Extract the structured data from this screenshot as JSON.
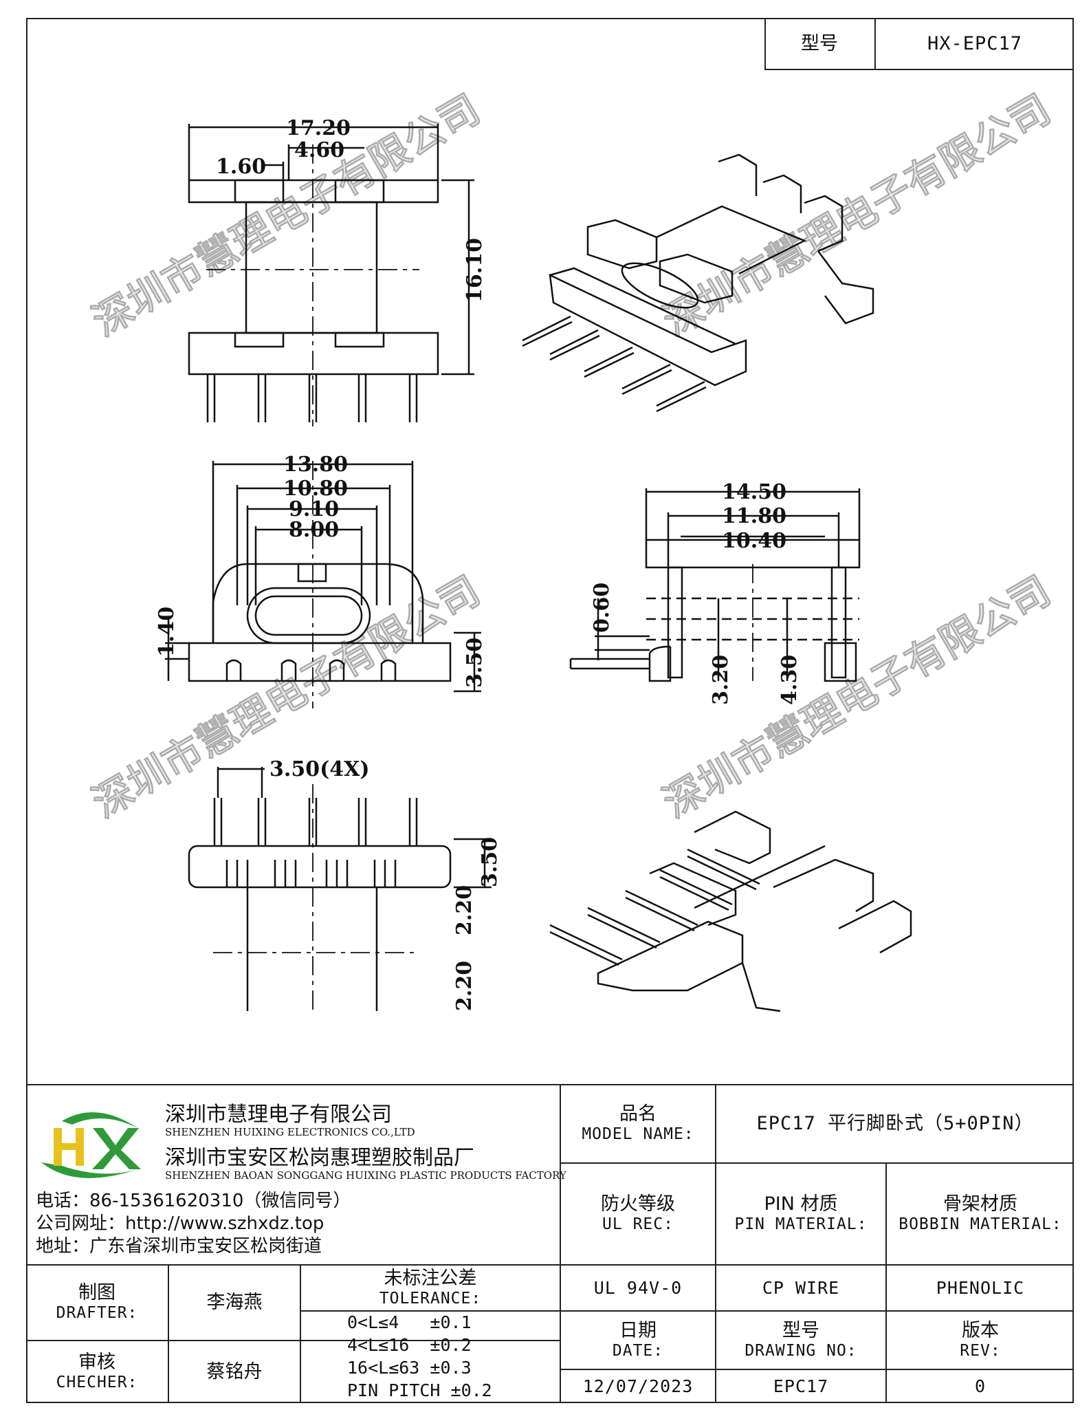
{
  "header": {
    "model_label": "型号",
    "model_value": "HX-EPC17"
  },
  "dimensions": {
    "d1": "17.20",
    "d2": "4.60",
    "d3": "1.60",
    "d4": "16.10",
    "d5": "13.80",
    "d6": "10.80",
    "d7": "9.10",
    "d8": "8.00",
    "d9": "1.40",
    "d10": "3.50",
    "d11": "14.50",
    "d12": "11.80",
    "d13": "10.40",
    "d14": "0.60",
    "d15": "3.20",
    "d16": "4.30",
    "d17": "3.50(4X)",
    "d18": "3.50",
    "d19": "2.20",
    "d20": "2.20"
  },
  "watermark": "深圳市慧理电子有限公司",
  "company": {
    "logo_text": "HX",
    "name_cn": "深圳市慧理电子有限公司",
    "name_en": "SHENZHEN HUIXING ELECTRONICS CO.,LTD",
    "factory_cn": "深圳市宝安区松岗惠理塑胶制品厂",
    "factory_en": "SHENZHEN BAOAN SONGGANG HUIXING PLASTIC PRODUCTS FACTORY",
    "phone": "电话：86-15361620310（微信同号）",
    "website": "公司网址：http://www.szhxdz.top",
    "address": "地址：广东省深圳市宝安区松岗街道"
  },
  "title_block": {
    "model_name_cn": "品名",
    "model_name_en": "MODEL NAME:",
    "model_name_value": "EPC17 平行脚卧式（5+0PIN）",
    "ul_cn": "防火等级",
    "ul_en": "UL REC:",
    "pin_cn": "PIN 材质",
    "pin_en": "PIN MATERIAL:",
    "bobbin_cn": "骨架材质",
    "bobbin_en": "BOBBIN MATERIAL:",
    "ul_value": "UL 94V-0",
    "pin_value": "CP WIRE",
    "bobbin_value": "PHENOLIC",
    "date_cn": "日期",
    "date_en": "DATE:",
    "date_value": "12/07/2023",
    "drawing_cn": "型号",
    "drawing_en": "DRAWING NO:",
    "drawing_value": "EPC17",
    "rev_cn": "版本",
    "rev_en": "REV:",
    "rev_value": "0",
    "drafter_cn": "制图",
    "drafter_en": "DRAFTER:",
    "drafter_name": "李海燕",
    "checker_cn": "审核",
    "checker_en": "CHECHER:",
    "checker_name": "蔡铭舟",
    "tolerance_cn": "未标注公差",
    "tolerance_en": "TOLERANCE:",
    "tolerance_lines": [
      "0<L≤4   ±0.1",
      "4<L≤16  ±0.2",
      "16<L≤63 ±0.3",
      "PIN PITCH ±0.2"
    ]
  },
  "colors": {
    "logo_green": "#2e9a3a",
    "logo_yellow": "#e8c21c",
    "line": "#222222"
  }
}
